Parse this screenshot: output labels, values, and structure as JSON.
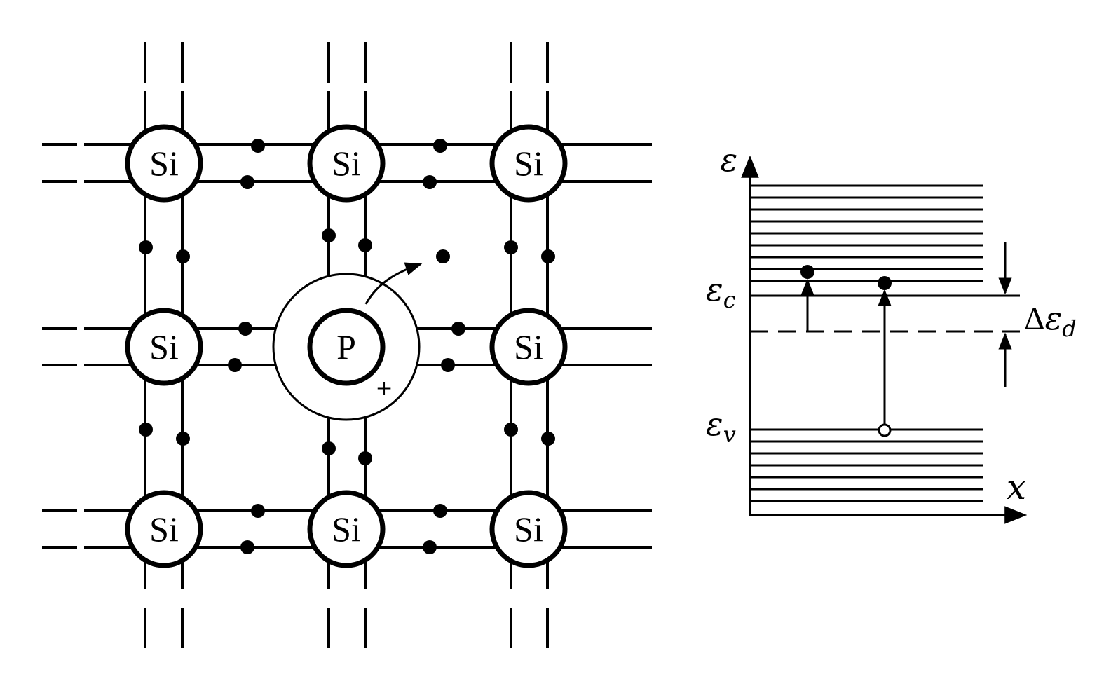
{
  "lattice": {
    "atoms": [
      {
        "label": "Si"
      },
      {
        "label": "Si"
      },
      {
        "label": "Si"
      },
      {
        "label": "Si"
      },
      {
        "label": "P"
      },
      {
        "label": "Si"
      },
      {
        "label": "Si"
      },
      {
        "label": "Si"
      },
      {
        "label": "Si"
      }
    ],
    "ion_charge": "+"
  },
  "band_diagram": {
    "energy_axis_symbol": "ε",
    "position_axis_symbol": "x",
    "conduction_band_symbol": "ε",
    "conduction_band_subscript": "c",
    "valence_band_symbol": "ε",
    "valence_band_subscript": "v",
    "donor_gap_delta": "Δ",
    "donor_gap_symbol": "ε",
    "donor_gap_subscript": "d"
  }
}
